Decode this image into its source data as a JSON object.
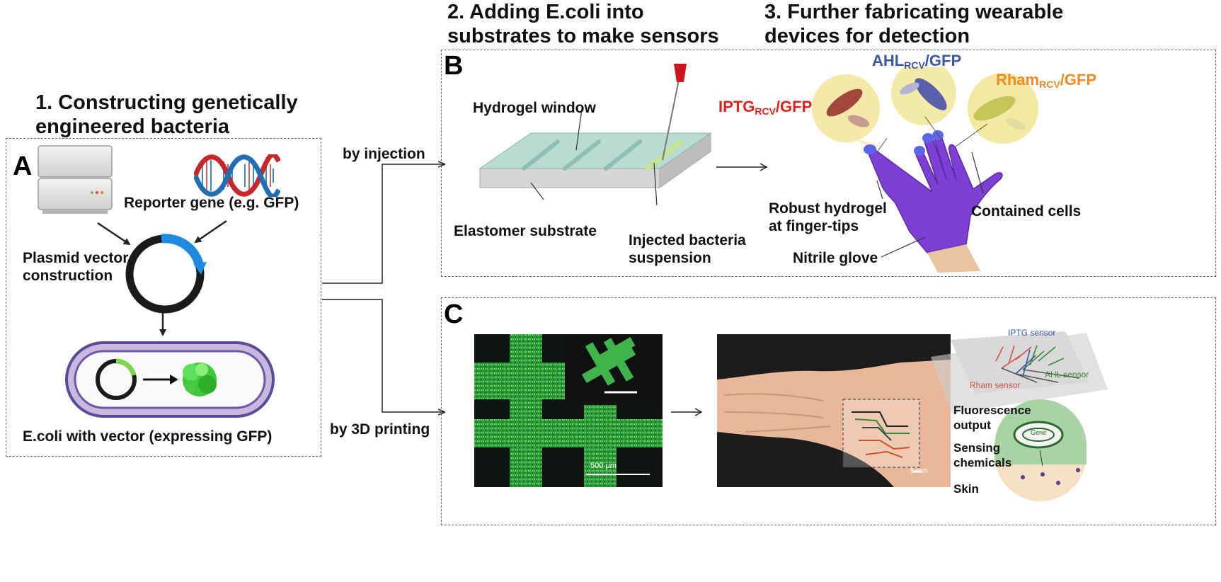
{
  "steps": {
    "step1_line1": "1. Constructing genetically",
    "step1_line2": "engineered bacteria",
    "step2_line1": "2. Adding E.coli into",
    "step2_line2": "substrates to make sensors",
    "step3_line1": "3. Further fabricating wearable",
    "step3_line2": "devices for detection"
  },
  "panel_a": {
    "letter": "A",
    "reporter_gene": "Reporter gene (e.g. GFP)",
    "plasmid_line1": "Plasmid vector",
    "plasmid_line2": "construction",
    "ecoli_caption": "E.coli with vector (expressing GFP)"
  },
  "routes": {
    "injection": "by injection",
    "printing": "by 3D printing"
  },
  "panel_b": {
    "letter": "B",
    "hydrogel_window": "Hydrogel window",
    "elastomer_substrate": "Elastomer substrate",
    "injected_line1": "Injected bacteria",
    "injected_line2": "suspension",
    "iptg_main": "IPTG",
    "iptg_sub": "RCV",
    "iptg_tail": "/GFP",
    "ahl_main": "AHL",
    "ahl_sub": "RCV",
    "ahl_tail": "/GFP",
    "rham_main": "Rham",
    "rham_sub": "RCV",
    "rham_tail": "/GFP",
    "robust_line1": "Robust hydrogel",
    "robust_line2": "at finger-tips",
    "contained_cells": "Contained cells",
    "nitrile_glove": "Nitrile glove",
    "colors": {
      "iptg": "#e0201b",
      "ahl": "#3b56a8",
      "rham": "#f08a24"
    }
  },
  "panel_c": {
    "letter": "C",
    "scale_500": "500 μm",
    "scale_5mm": "5 mm",
    "iptg_sensor": "IPTG sensor",
    "ahl_sensor": "AHL sensor",
    "rham_sensor": "Rham sensor",
    "fluorescence_line1": "Fluorescence",
    "fluorescence_line2": "output",
    "sensing_line1": "Sensing",
    "sensing_line2": "chemicals",
    "skin": "Skin",
    "gene": "Gene"
  }
}
